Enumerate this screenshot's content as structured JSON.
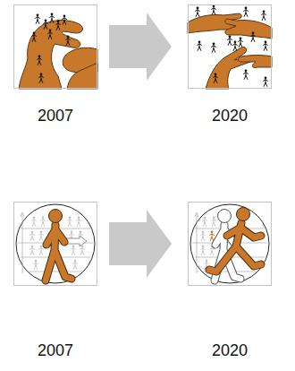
{
  "diagram": {
    "nodes": [
      {
        "text": [
          "2007"
        ]
      },
      {
        "text": [
          "2020"
        ]
      },
      {
        "text": [
          "2007"
        ]
      },
      {
        "text": [
          "2020"
        ]
      }
    ],
    "edges": [
      {
        "from": 0,
        "to": 1,
        "arrow": "to"
      },
      {
        "from": 2,
        "to": 3,
        "arrow": "to"
      }
    ]
  }
}
